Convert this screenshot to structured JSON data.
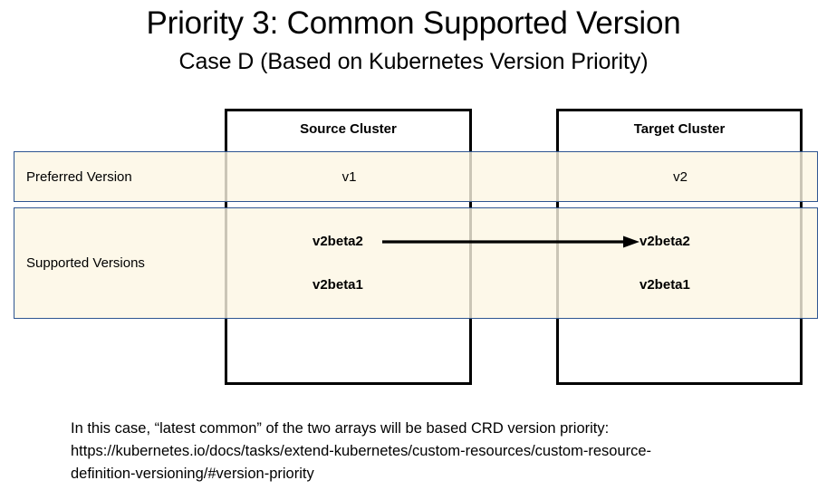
{
  "slide": {
    "title": "Priority 3: Common Supported Version",
    "subtitle": "Case D (Based on Kubernetes Version Priority)"
  },
  "colors": {
    "table_border": "#2e5591",
    "table_fill": "#fdf6e3",
    "box_border": "#000000",
    "arrow": "#000000",
    "text": "#000000"
  },
  "clusters": {
    "source": {
      "title": "Source Cluster"
    },
    "target": {
      "title": "Target Cluster"
    }
  },
  "table": {
    "rows": [
      {
        "label": "Preferred Version",
        "source_value": "v1",
        "target_value": "v2"
      },
      {
        "label": "Supported Versions",
        "source_versions": [
          "v2beta2",
          "v2beta1"
        ],
        "target_versions": [
          "v2beta2",
          "v2beta1"
        ]
      }
    ]
  },
  "arrow": {
    "from": "v2beta2",
    "to": "v2beta2",
    "direction": "source-to-target"
  },
  "footer": {
    "line1": "In this case, “latest common” of the two arrays will be based CRD version priority:",
    "line2": "https://kubernetes.io/docs/tasks/extend-kubernetes/custom-resources/custom-resource-",
    "line3": "definition-versioning/#version-priority"
  }
}
